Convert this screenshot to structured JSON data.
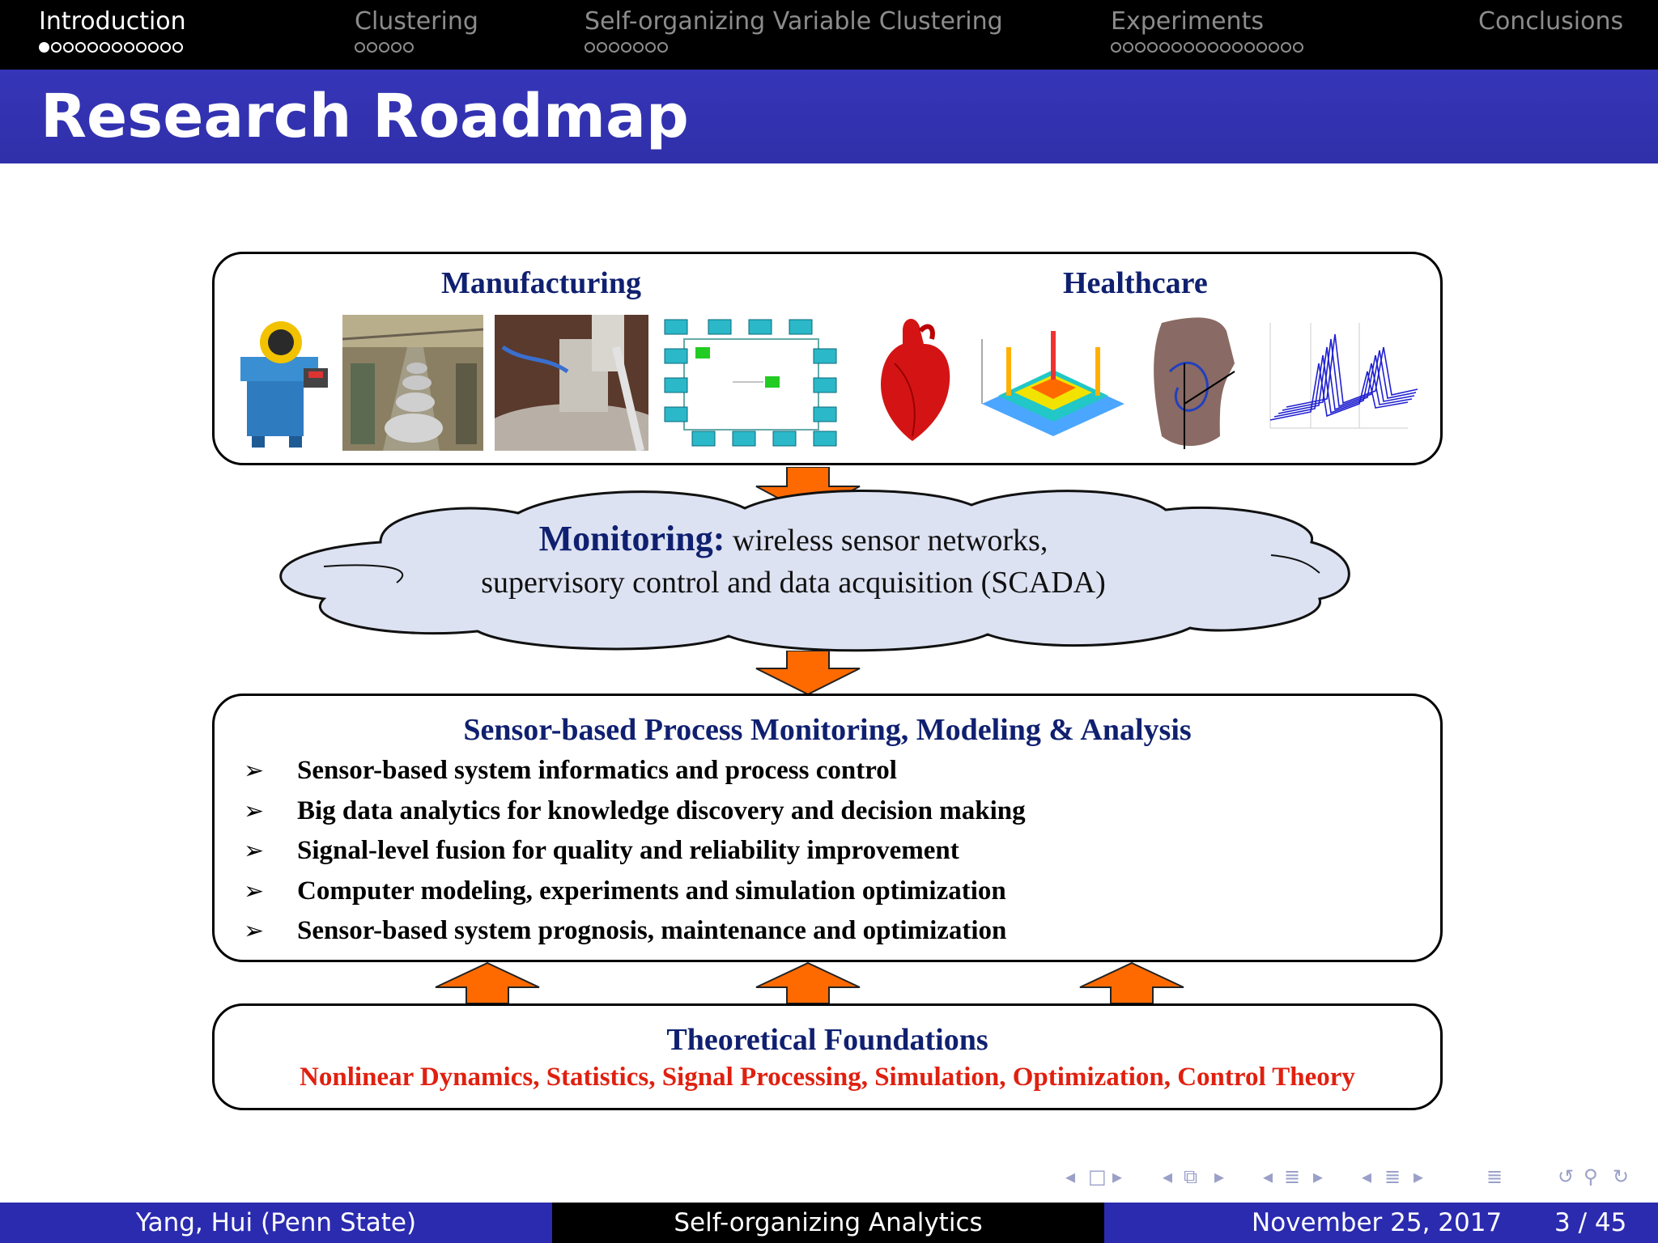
{
  "nav": {
    "sections": [
      {
        "title": "Introduction",
        "dots": 12,
        "current_dot": 1,
        "active": true
      },
      {
        "title": "Clustering",
        "dots": 5,
        "current_dot": 0,
        "active": false
      },
      {
        "title": "Self-organizing Variable Clustering",
        "dots": 7,
        "current_dot": 0,
        "active": false
      },
      {
        "title": "Experiments",
        "dots": 16,
        "current_dot": 0,
        "active": false
      },
      {
        "title": "Conclusions",
        "dots": 0,
        "current_dot": 0,
        "active": false
      }
    ]
  },
  "slide": {
    "title": "Research Roadmap"
  },
  "diagram": {
    "manufacturing_label": "Manufacturing",
    "healthcare_label": "Healthcare",
    "monitoring_label": "Monitoring:",
    "monitoring_line1": "wireless sensor networks,",
    "monitoring_line2": "supervisory control and data acquisition (SCADA)",
    "process_title": "Sensor-based Process Monitoring, Modeling & Analysis",
    "bullet_marker": "➢",
    "process_items": [
      "Sensor-based system informatics and process control",
      "Big data analytics for knowledge discovery and decision making",
      "Signal-level fusion for quality and reliability improvement",
      "Computer modeling, experiments and simulation optimization",
      "Sensor-based system prognosis, maintenance and optimization"
    ],
    "theory_title": "Theoretical Foundations",
    "theory_topics": "Nonlinear Dynamics, Statistics, Signal Processing, Simulation, Optimization, Control Theory"
  },
  "images": [
    {
      "name": "machine-tool-image",
      "subject": "manufacturing machine"
    },
    {
      "name": "car-assembly-line-image",
      "subject": "automotive assembly line"
    },
    {
      "name": "machining-sensor-image",
      "subject": "machining process with sensor"
    },
    {
      "name": "sensor-network-diagram-image",
      "subject": "sensor network block diagram"
    },
    {
      "name": "heart-model-image",
      "subject": "3D heart model"
    },
    {
      "name": "surface-plot-image",
      "subject": "3D surface plot"
    },
    {
      "name": "torso-vcg-image",
      "subject": "torso with vectorcardiogram loop"
    },
    {
      "name": "waterfall-plot-image",
      "subject": "3D waterfall signal plot"
    }
  ],
  "colors": {
    "nav_bg": "#000000",
    "title_bg": "#3333b2",
    "navy_text": "#102070",
    "theory_red": "#e02010",
    "arrow_orange": "#ff6a00",
    "cloud_fill": "#dde2f2"
  },
  "footer": {
    "author": "Yang, Hui  (Penn State)",
    "talk_title": "Self-organizing Analytics",
    "date": "November 25, 2017",
    "page": "3 / 45"
  }
}
